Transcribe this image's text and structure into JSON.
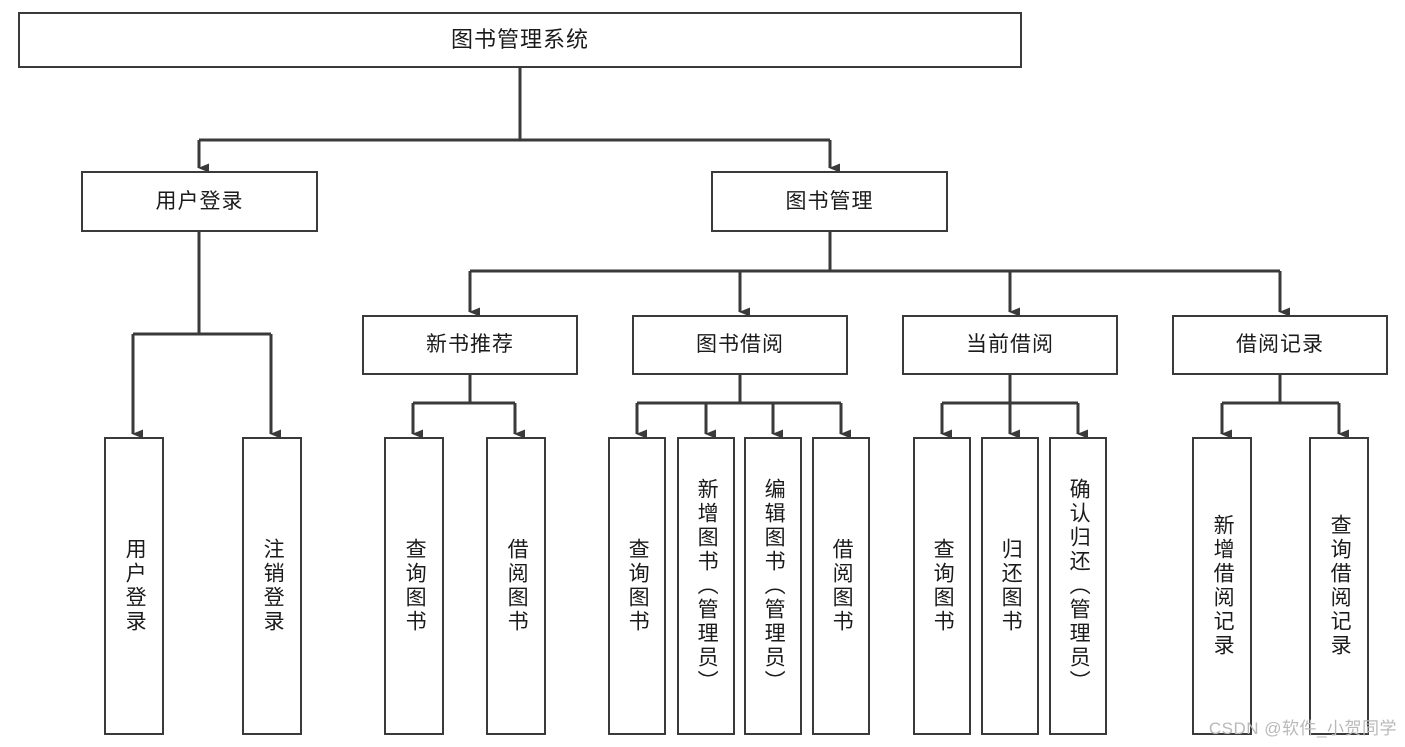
{
  "diagram": {
    "title": "图书管理系统",
    "type": "hierarchy-tree",
    "levels": 4,
    "root": {
      "id": "root",
      "label": "图书管理系统"
    },
    "level2": [
      {
        "id": "user-login",
        "label": "用户登录"
      },
      {
        "id": "book-manage",
        "label": "图书管理"
      }
    ],
    "level3": [
      {
        "id": "new-book-recommend",
        "label": "新书推荐"
      },
      {
        "id": "book-borrow",
        "label": "图书借阅"
      },
      {
        "id": "current-borrow",
        "label": "当前借阅"
      },
      {
        "id": "borrow-record",
        "label": "借阅记录"
      }
    ],
    "leaves": {
      "user_login": [
        {
          "id": "leaf-user-login",
          "label": "用户登录"
        },
        {
          "id": "leaf-logout-login",
          "label": "注销登录"
        }
      ],
      "new_book_recommend": [
        {
          "id": "leaf-query-book-1",
          "label": "查询图书"
        },
        {
          "id": "leaf-borrow-book-1",
          "label": "借阅图书"
        }
      ],
      "book_borrow": [
        {
          "id": "leaf-query-book-2",
          "label": "查询图书"
        },
        {
          "id": "leaf-add-book",
          "label": "新增图书（管理员）"
        },
        {
          "id": "leaf-edit-book",
          "label": "编辑图书（管理员）"
        },
        {
          "id": "leaf-borrow-book-2",
          "label": "借阅图书"
        }
      ],
      "current_borrow": [
        {
          "id": "leaf-query-book-3",
          "label": "查询图书"
        },
        {
          "id": "leaf-return-book",
          "label": "归还图书"
        },
        {
          "id": "leaf-confirm-return",
          "label": "确认归还（管理员）"
        }
      ],
      "borrow_record": [
        {
          "id": "leaf-add-record",
          "label": "新增借阅记录"
        },
        {
          "id": "leaf-query-record",
          "label": "查询借阅记录"
        }
      ]
    },
    "colors": {
      "stroke": "#3a3a3a",
      "background": "#ffffff",
      "text": "#1b1b1b",
      "watermark": "#b9b9b9"
    }
  },
  "watermark": {
    "text": "CSDN @软件_小贺同学"
  }
}
